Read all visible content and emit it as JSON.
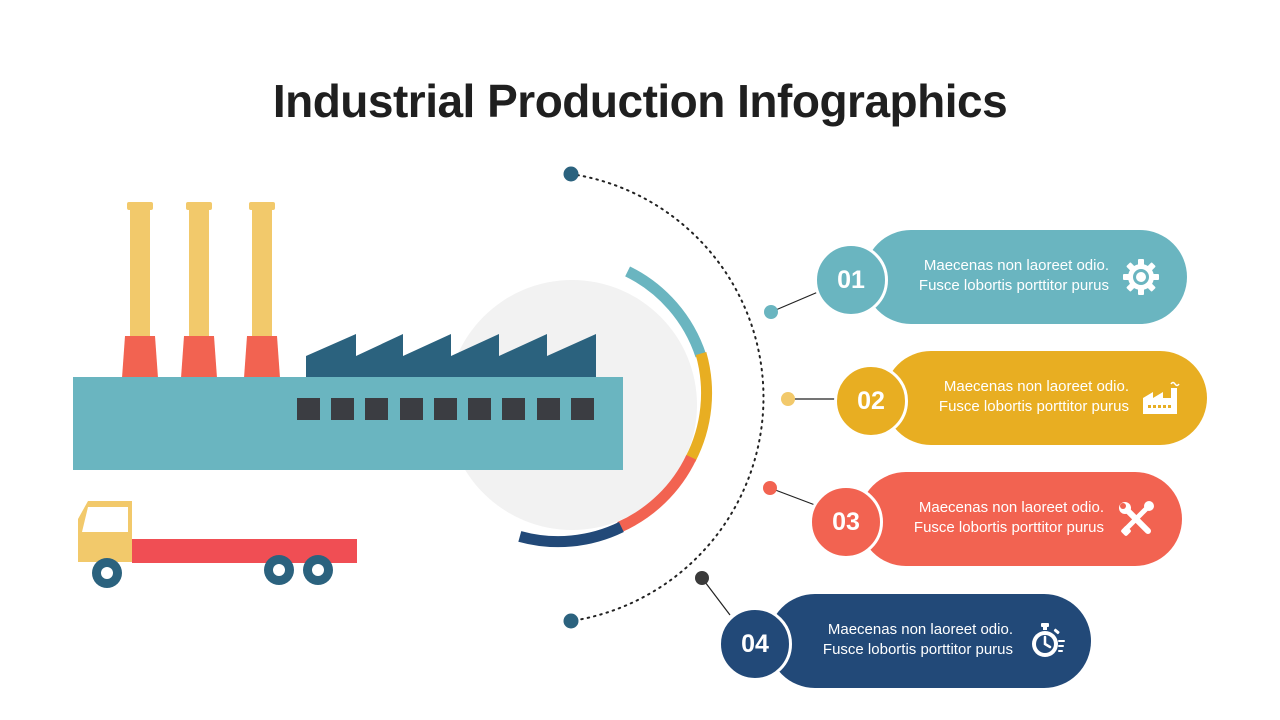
{
  "title": "Industrial Production Infographics",
  "colors": {
    "teal": "#6AB5C0",
    "yellow": "#E8AE22",
    "red": "#F26351",
    "navy": "#224978",
    "dark_teal": "#2B627E",
    "sand": "#F2C96B"
  },
  "steps": [
    {
      "number": "01",
      "line1": "Maecenas non laoreet odio.",
      "line2": "Fusce lobortis porttitor purus",
      "icon": "gear-icon",
      "color": "#6AB5C0"
    },
    {
      "number": "02",
      "line1": "Maecenas non laoreet odio.",
      "line2": "Fusce lobortis porttitor purus",
      "icon": "factory-icon",
      "color": "#E8AE22"
    },
    {
      "number": "03",
      "line1": "Maecenas non laoreet odio.",
      "line2": "Fusce lobortis porttitor purus",
      "icon": "tools-icon",
      "color": "#F26351"
    },
    {
      "number": "04",
      "line1": "Maecenas non laoreet odio.",
      "line2": "Fusce lobortis porttitor purus",
      "icon": "stopwatch-icon",
      "color": "#224978"
    }
  ]
}
